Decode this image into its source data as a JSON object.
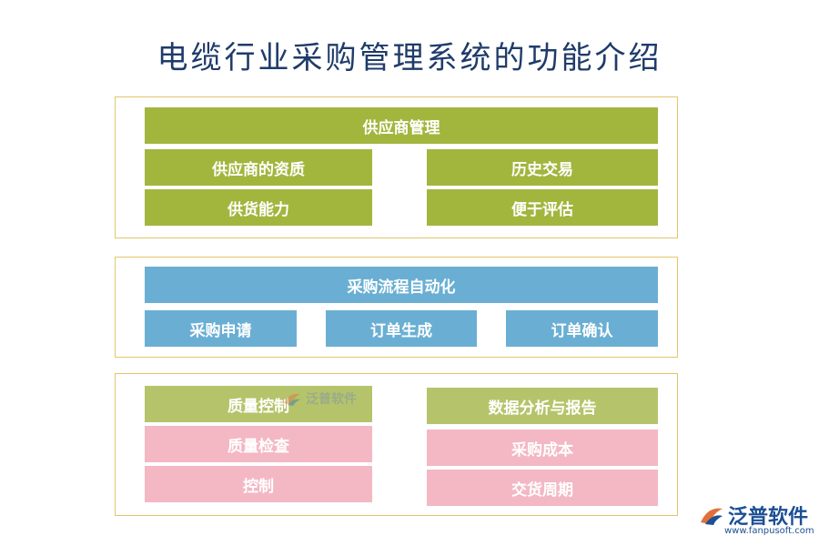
{
  "title": "电缆行业采购管理系统的功能介绍",
  "section1": {
    "header": "供应商管理",
    "items": [
      "供应商的资质",
      "历史交易",
      "供货能力",
      "便于评估"
    ]
  },
  "section2": {
    "header": "采购流程自动化",
    "items": [
      "采购申请",
      "订单生成",
      "订单确认"
    ]
  },
  "section3": {
    "left": {
      "header": "质量控制",
      "items": [
        "质量检查",
        "控制"
      ]
    },
    "right": {
      "header": "数据分析与报告",
      "items": [
        "采购成本",
        "交货周期"
      ]
    }
  },
  "watermark": {
    "text": "泛普软件",
    "icon": "fanpu-logo-icon"
  },
  "logo": {
    "text": "泛普软件",
    "url": "www.fanpusoft.com",
    "icon": "fanpu-logo-icon"
  },
  "colors": {
    "green": "#a2b63e",
    "blue": "#6aafd3",
    "pink": "#f3b8c4",
    "border": "#e2c66c",
    "title": "#1f3b6a"
  }
}
